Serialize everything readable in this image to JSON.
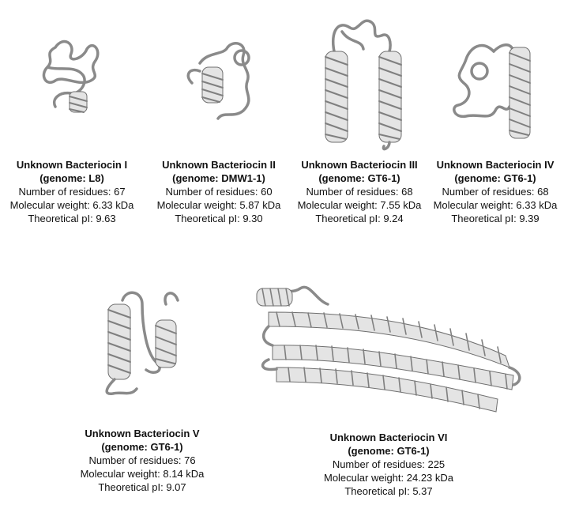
{
  "bacteriocins": [
    {
      "name": "Unknown Bacteriocin I",
      "genome": "(genome: L8)",
      "residues": "Number of residues: 67",
      "weight": "Molecular weight: 6.33 kDa",
      "pi": "Theoretical pI: 9.63"
    },
    {
      "name": "Unknown Bacteriocin II",
      "genome": "(genome: DMW1-1)",
      "residues": "Number of residues: 60",
      "weight": "Molecular weight: 5.87 kDa",
      "pi": "Theoretical pI: 9.30"
    },
    {
      "name": "Unknown Bacteriocin III",
      "genome": "(genome: GT6-1)",
      "residues": "Number of residues: 68",
      "weight": "Molecular weight: 7.55 kDa",
      "pi": "Theoretical pI: 9.24"
    },
    {
      "name": "Unknown Bacteriocin IV",
      "genome": "(genome: GT6-1)",
      "residues": "Number of residues: 68",
      "weight": "Molecular weight: 6.33 kDa",
      "pi": "Theoretical pI: 9.39"
    },
    {
      "name": "Unknown Bacteriocin V",
      "genome": "(genome: GT6-1)",
      "residues": "Number of residues: 76",
      "weight": "Molecular weight: 8.14 kDa",
      "pi": "Theoretical pI: 9.07"
    },
    {
      "name": "Unknown Bacteriocin VI",
      "genome": "(genome: GT6-1)",
      "residues": "Number of residues: 225",
      "weight": "Molecular weight: 24.23 kDa",
      "pi": "Theoretical pI: 5.37"
    }
  ],
  "colors": {
    "ribbon": "#7f7f7f",
    "helix_fill": "#e4e4e4",
    "text": "#111111"
  }
}
